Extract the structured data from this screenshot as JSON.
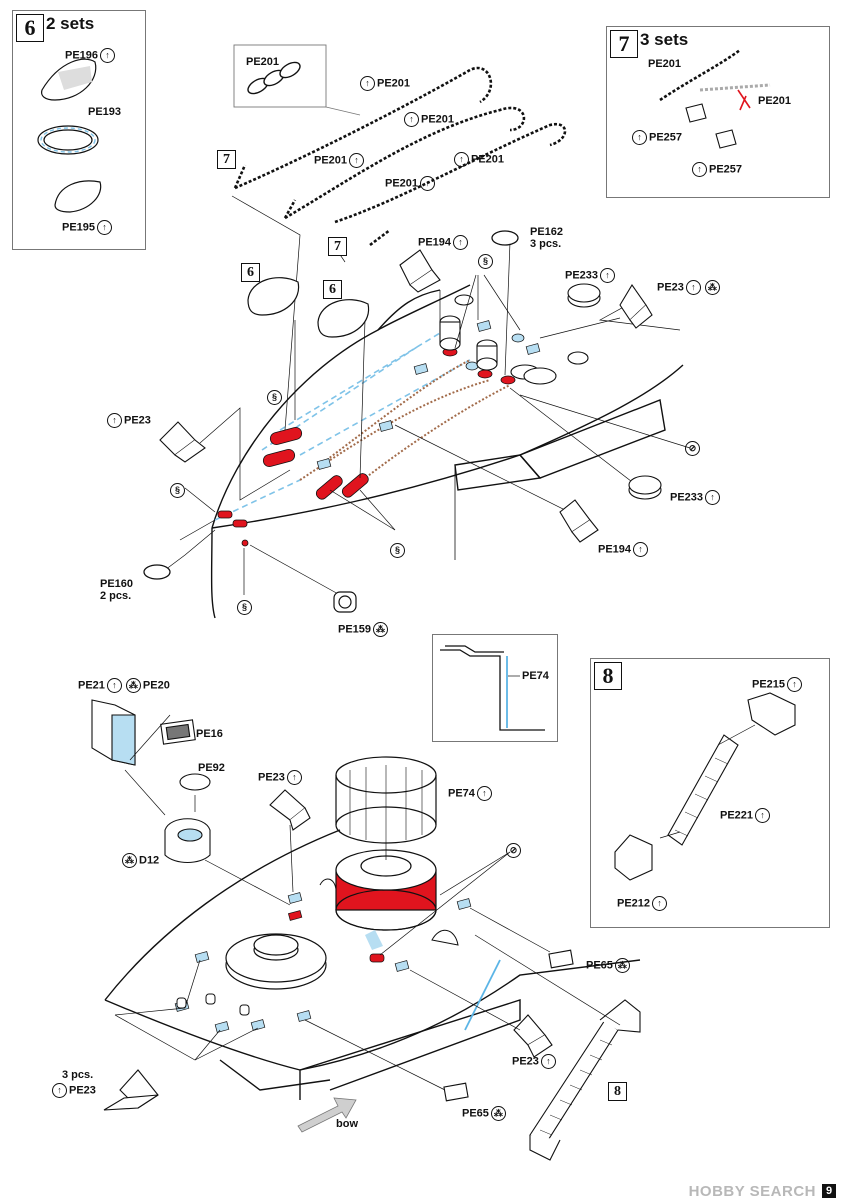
{
  "steps": {
    "s6": {
      "num": "6",
      "sets": "2 sets",
      "labels": {
        "pe196": "PE196",
        "pe193": "PE193",
        "pe195": "PE195"
      }
    },
    "s7": {
      "num": "7",
      "sets": "3 sets",
      "labels": {
        "pe201": "PE201",
        "pe201b": "PE201",
        "pe257a": "PE257",
        "pe257b": "PE257"
      }
    },
    "s8": {
      "num": "8",
      "labels": {
        "pe215": "PE215",
        "pe221": "PE221",
        "pe212": "PE212"
      }
    }
  },
  "refs": {
    "seven_a": "7",
    "seven_b": "7",
    "six_a": "6",
    "six_b": "6",
    "eight": "8"
  },
  "upper_labels": {
    "pe201_inset": "PE201",
    "pe201_1": "PE201",
    "pe201_2": "PE201",
    "pe201_3": "PE201",
    "pe201_4": "PE201",
    "pe201_5": "PE201",
    "pe194_top": "PE194",
    "pe162": "PE162",
    "pe162_qty": "3 pcs.",
    "pe233_top": "PE233",
    "pe23_top": "PE23",
    "pe23_left": "PE23",
    "pe233_mid": "PE233",
    "pe194_bot": "PE194",
    "pe160": "PE160",
    "pe160_qty": "2 pcs.",
    "pe159": "PE159"
  },
  "inset_pe74": {
    "label": "PE74"
  },
  "lower_labels": {
    "pe21": "PE21",
    "pe20": "PE20",
    "pe16": "PE16",
    "pe92": "PE92",
    "pe23_top": "PE23",
    "pe74": "PE74",
    "d12": "D12",
    "pe65_right": "PE65",
    "pe23_mid": "PE23",
    "pe23_qty": "3 pcs.",
    "pe23_left": "PE23",
    "pe65_bot": "PE65",
    "bow": "bow"
  },
  "icons": {
    "bend": "↑",
    "glue": "⁂",
    "crimp": "§",
    "rigging": "⊘"
  },
  "colors": {
    "red": "#e0141e",
    "blue": "#b7def2",
    "dash": "#7fc3e8"
  },
  "page_number": "9",
  "watermark": "HOBBY SEARCH"
}
